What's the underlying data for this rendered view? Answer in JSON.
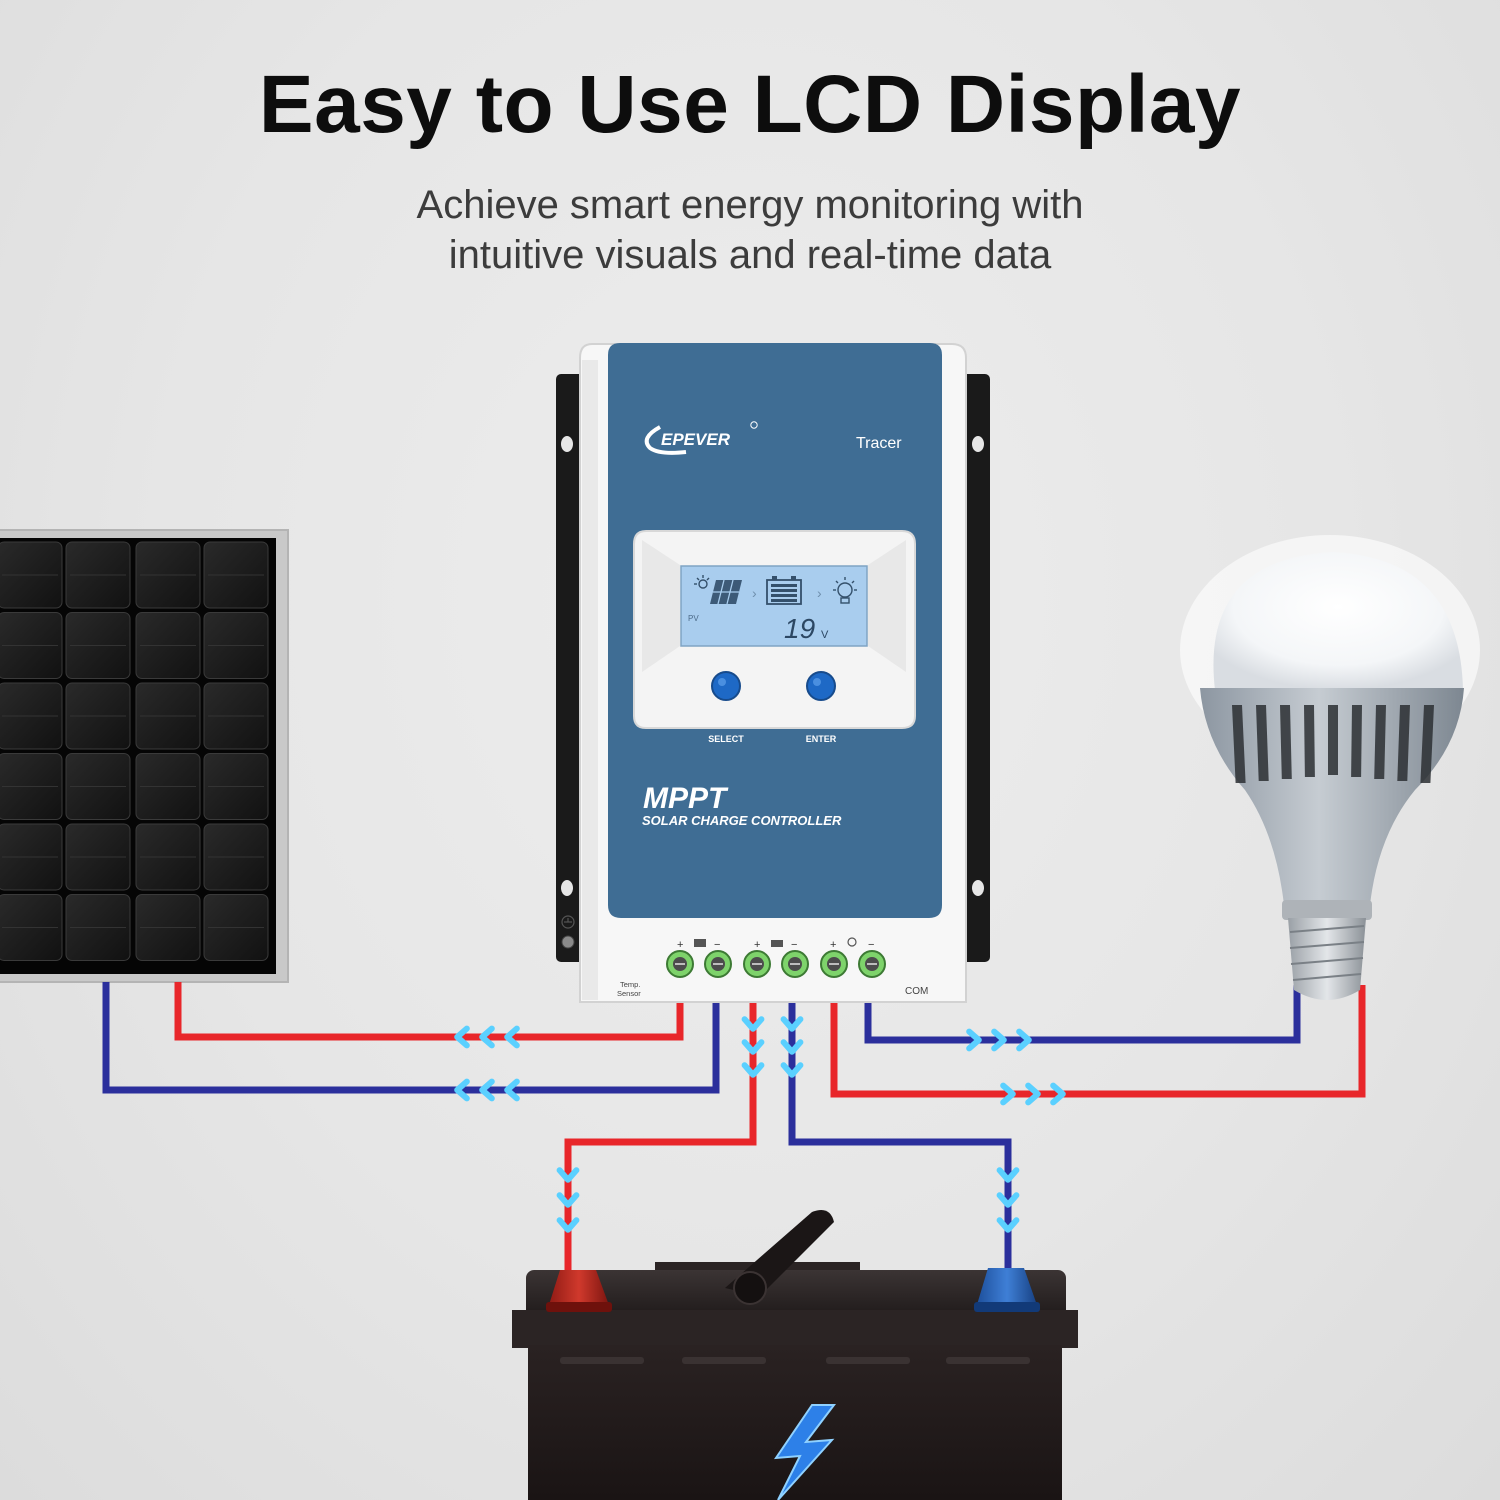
{
  "headline": "Easy to Use LCD Display",
  "subline": {
    "line1": "Achieve smart energy monitoring with",
    "line2": "intuitive visuals and real-time data"
  },
  "controller": {
    "brand": "EPEVER",
    "model": "Tracer",
    "product": "MPPT",
    "product_sub": "SOLAR CHARGE CONTROLLER",
    "lcd": {
      "mode_label": "PV",
      "value": "19",
      "unit": "V"
    },
    "buttons": {
      "select": "SELECT",
      "enter": "ENTER"
    },
    "temp_sensor": {
      "line1": "Temp.",
      "line2": "Sensor"
    },
    "com_label": "COM",
    "terminal_signs": {
      "plus": "+",
      "minus": "−"
    }
  },
  "icons": [
    "solar-panel-icon",
    "battery-icon",
    "bulb-icon",
    "lightning-icon",
    "ground-icon",
    "flow-arrow-icon"
  ],
  "colors": {
    "wire_positive": "#e8262a",
    "wire_negative": "#2b2f9c",
    "flow_arrow": "#5ad0ff",
    "panel_blue": "#3f6d94",
    "lcd": "#a9cdee"
  }
}
